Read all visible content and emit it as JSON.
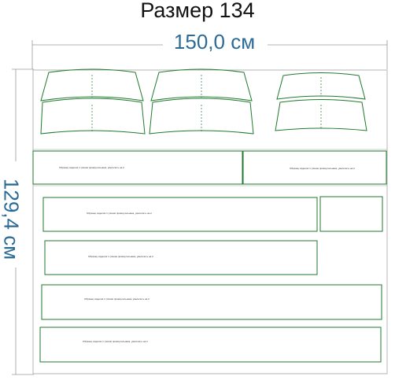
{
  "title": "Размер 134",
  "dimensions": {
    "width": "150,0 см",
    "height": "129,4 см"
  },
  "colors": {
    "outline": "#1f7a2e",
    "dimension": "#2c6b95",
    "sheet_border": "#b5b5b5"
  },
  "pieces": {
    "wide_strip_label": "Образец изделия 1 (линия прямоугольника, увеличить на 2",
    "strip_label": "Образец изделия 1 (линия прямоугольника, увеличить на 2"
  }
}
